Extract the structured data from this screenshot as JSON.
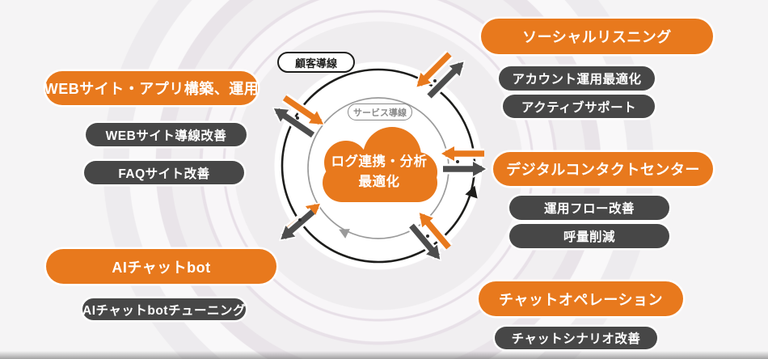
{
  "colors": {
    "accent_orange": "#e8791d",
    "item_dark": "#474747",
    "outer_loop": "#1d1d1b",
    "inner_loop": "#9a9a9a"
  },
  "center": {
    "cloud_line1": "ログ連携・分析",
    "cloud_line2": "最適化",
    "outer_loop_label": "顧客導線",
    "inner_loop_label": "サービス導線"
  },
  "groups": [
    {
      "id": "web-apps",
      "title": "WEBサイト・アプリ構築、運用",
      "items": [
        "WEBサイト導線改善",
        "FAQサイト改善"
      ]
    },
    {
      "id": "ai-chatbot",
      "title": "AIチャットbot",
      "items": [
        "AIチャットbotチューニング"
      ]
    },
    {
      "id": "social",
      "title": "ソーシャルリスニング",
      "items": [
        "アカウント運用最適化",
        "アクティブサポート"
      ]
    },
    {
      "id": "contact-center",
      "title": "デジタルコンタクトセンター",
      "items": [
        "運用フロー改善",
        "呼量削減"
      ]
    },
    {
      "id": "chat-operation",
      "title": "チャットオペレーション",
      "items": [
        "チャットシナリオ改善"
      ]
    }
  ]
}
